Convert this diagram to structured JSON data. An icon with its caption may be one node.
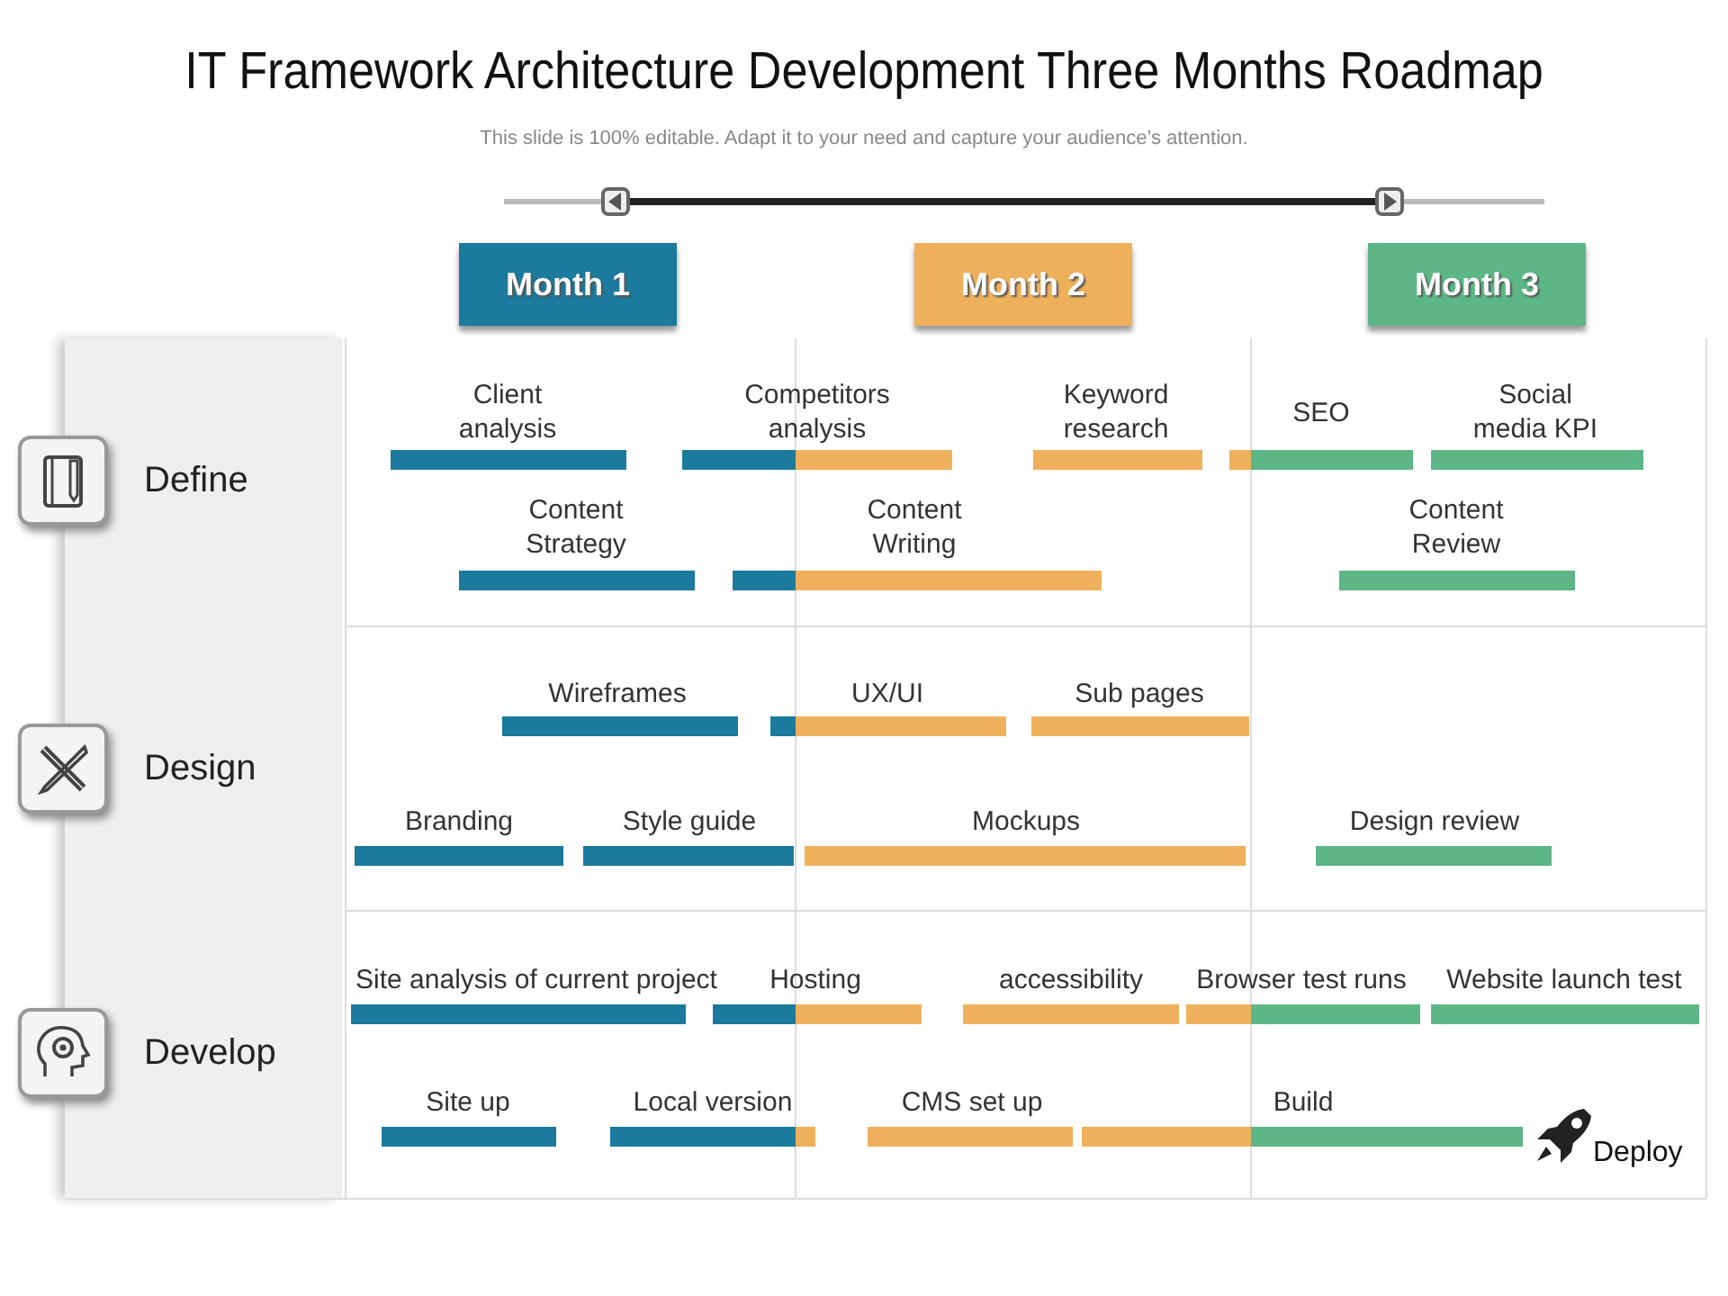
{
  "diagram": {
    "title": "IT Framework Architecture Development Three Months Roadmap",
    "caption": "This slide is 100% editable. Adapt it to your need and capture your audience’s attention.",
    "nodes": [
      {
        "text": [
          "Month 1"
        ]
      },
      {
        "text": [
          "Month 2"
        ]
      },
      {
        "text": [
          "Month 3"
        ]
      },
      {
        "text": [
          "Define"
        ]
      },
      {
        "text": [
          "Client analysis"
        ]
      },
      {
        "text": [
          "Competitors analysis"
        ]
      },
      {
        "text": [
          "Keyword research"
        ]
      },
      {
        "text": [
          "SEO"
        ]
      },
      {
        "text": [
          "Social media KPI"
        ]
      },
      {
        "text": [
          "Content Strategy"
        ]
      },
      {
        "text": [
          "Content Writing"
        ]
      },
      {
        "text": [
          "Content Review"
        ]
      },
      {
        "text": [
          "Design"
        ]
      },
      {
        "text": [
          "Wireframes"
        ]
      },
      {
        "text": [
          "UX/UI"
        ]
      },
      {
        "text": [
          "Sub pages"
        ]
      },
      {
        "text": [
          "Branding"
        ]
      },
      {
        "text": [
          "Style guide"
        ]
      },
      {
        "text": [
          "Mockups"
        ]
      },
      {
        "text": [
          "Design review"
        ]
      },
      {
        "text": [
          "Develop"
        ]
      },
      {
        "text": [
          "Site analysis of current project"
        ]
      },
      {
        "text": [
          "Hosting"
        ]
      },
      {
        "text": [
          "accessibility"
        ]
      },
      {
        "text": [
          "Browser test runs"
        ]
      },
      {
        "text": [
          "Website launch test"
        ]
      },
      {
        "text": [
          "Site up"
        ]
      },
      {
        "text": [
          "Local version"
        ]
      },
      {
        "text": [
          "CMS set up"
        ]
      },
      {
        "text": [
          "Build"
        ]
      },
      {
        "text": [
          "Deploy"
        ]
      }
    ]
  }
}
